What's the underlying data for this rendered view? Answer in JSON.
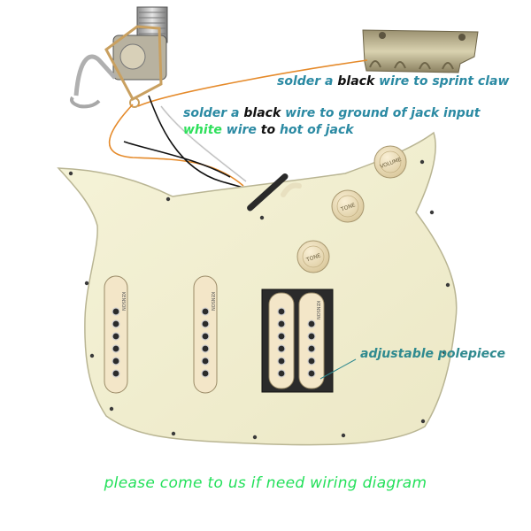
{
  "annotations": {
    "claw": {
      "pre": "solder a ",
      "black": "black",
      "post": " wire to sprint claw"
    },
    "ground": {
      "pre": "solder a ",
      "black": "black",
      "post": " wire to ground of jack input"
    },
    "hot": {
      "white": "white",
      "mid": " wire ",
      "to": "to",
      "post": " hot of jack"
    },
    "polepiece": "adjustable polepiece",
    "footer": "please come to us if need wiring diagram"
  },
  "knobs": [
    "VOLUME",
    "TONE",
    "TONE"
  ],
  "pickup_brand": "KENSON",
  "colors": {
    "pickguard": "#f0eed0",
    "pickup_cover": "#f3e6c8",
    "label_teal": "#2b8aa3",
    "label_green": "#2fe05c",
    "footer_green": "#23e05a",
    "orange_wire": "#e58a2a",
    "jack_brass": "#c9a060"
  }
}
